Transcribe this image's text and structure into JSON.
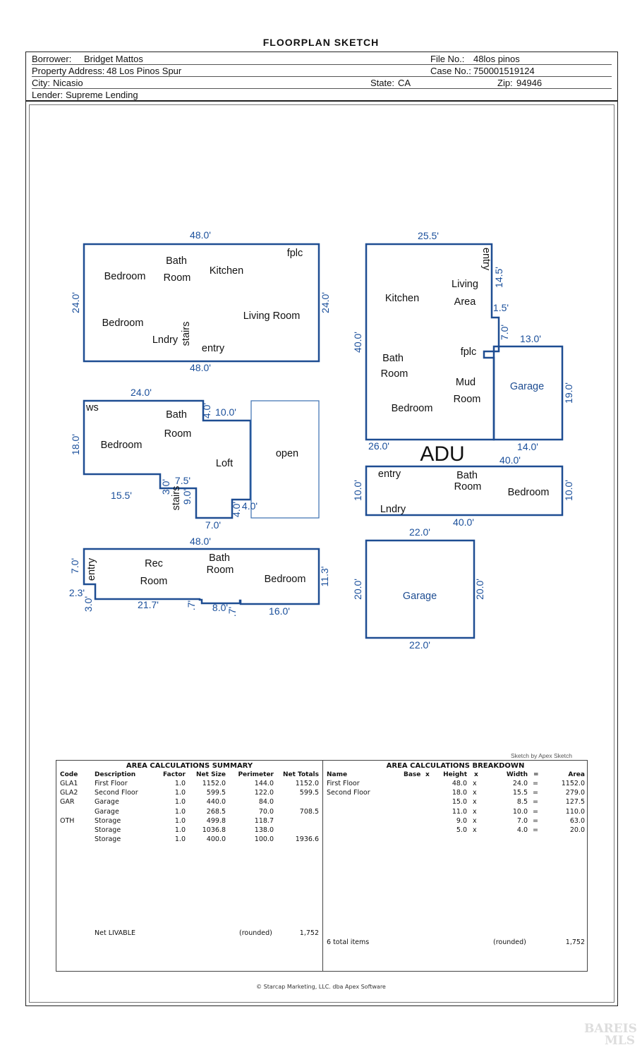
{
  "title": "FLOORPLAN SKETCH",
  "header": {
    "borrower_label": "Borrower:",
    "borrower": "Bridget Mattos",
    "file_label": "File No.:",
    "file": "48los pinos",
    "address_label": "Property Address:",
    "address": "48 Los Pinos Spur",
    "case_label": "Case No.:",
    "case": "750001519124",
    "city_label": "City:",
    "city": "Nicasio",
    "state_label": "State:",
    "state": "CA",
    "zip_label": "Zip:",
    "zip": "94946",
    "lender_label": "Lender:",
    "lender": "Supreme Lending"
  },
  "sketch": {
    "first_floor": {
      "dims": [
        "48.0'",
        "48.0'",
        "24.0'",
        "24.0'"
      ],
      "rooms": [
        "Bedroom",
        "Bath",
        "Room",
        "Kitchen",
        "fplc",
        "Bedroom",
        "Lndry",
        "stairs",
        "Living Room",
        "entry"
      ]
    },
    "second_floor": {
      "dims": [
        "24.0'",
        "4.0'",
        "10.0'",
        "18.0'",
        "15.5'",
        "3.0'",
        "7.5'",
        "9.0'",
        "7.0'",
        "4.0'",
        "4.0'"
      ],
      "rooms": [
        "ws",
        "Bath",
        "Room",
        "Bedroom",
        "Loft",
        "stairs",
        "open"
      ]
    },
    "lower": {
      "dims": [
        "48.0'",
        "7.0'",
        "2.3'",
        "3.0'",
        "21.7'",
        ".7'",
        "8.0'",
        ".7'",
        "16.0'",
        "11.3'"
      ],
      "rooms": [
        "entry",
        "Rec",
        "Room",
        "Bath",
        "Room",
        "Bedroom"
      ]
    },
    "adu": {
      "label": "ADU",
      "dims": [
        "25.5'",
        "14.5'",
        "1.5'",
        "7.0'",
        "13.0'",
        "40.0'",
        "19.0'",
        "26.0'",
        "14.0'"
      ],
      "rooms": [
        "entry",
        "Living",
        "Area",
        "Kitchen",
        "fplc",
        "Bath",
        "Room",
        "Mud",
        "Room",
        "Bedroom",
        "Garage"
      ]
    },
    "adu_lower": {
      "dims": [
        "40.0'",
        "10.0'",
        "10.0'",
        "40.0'"
      ],
      "rooms": [
        "entry",
        "Bath",
        "Room",
        "Bedroom",
        "Lndry"
      ]
    },
    "garage": {
      "dims": [
        "22.0'",
        "20.0'",
        "20.0'",
        "22.0'"
      ],
      "rooms": [
        "Garage"
      ]
    }
  },
  "apex_credit": "Sketch by Apex Sketch",
  "summary": {
    "title": "AREA CALCULATIONS SUMMARY",
    "headers": [
      "Code",
      "Description",
      "Factor",
      "Net Size",
      "Perimeter",
      "Net Totals"
    ],
    "rows": [
      [
        "GLA1",
        "First Floor",
        "1.0",
        "1152.0",
        "144.0",
        "1152.0"
      ],
      [
        "GLA2",
        "Second Floor",
        "1.0",
        "599.5",
        "122.0",
        "599.5"
      ],
      [
        "GAR",
        "Garage",
        "1.0",
        "440.0",
        "84.0",
        ""
      ],
      [
        "",
        "Garage",
        "1.0",
        "268.5",
        "70.0",
        "708.5"
      ],
      [
        "OTH",
        "Storage",
        "1.0",
        "499.8",
        "118.7",
        ""
      ],
      [
        "",
        "Storage",
        "1.0",
        "1036.8",
        "138.0",
        ""
      ],
      [
        "",
        "Storage",
        "1.0",
        "400.0",
        "100.0",
        "1936.6"
      ]
    ],
    "net_label": "Net LIVABLE",
    "rounded": "(rounded)",
    "net_value": "1,752"
  },
  "breakdown": {
    "title": "AREA CALCULATIONS BREAKDOWN",
    "headers": [
      "Name",
      "Base",
      "x",
      "Height",
      "x",
      "Width",
      "=",
      "Area"
    ],
    "rows": [
      [
        "First Floor",
        "48.0",
        "x",
        "24.0",
        "=",
        "1152.0"
      ],
      [
        "Second Floor",
        "18.0",
        "x",
        "15.5",
        "=",
        "279.0"
      ],
      [
        "",
        "15.0",
        "x",
        "8.5",
        "=",
        "127.5"
      ],
      [
        "",
        "11.0",
        "x",
        "10.0",
        "=",
        "110.0"
      ],
      [
        "",
        "9.0",
        "x",
        "7.0",
        "=",
        "63.0"
      ],
      [
        "",
        "5.0",
        "x",
        "4.0",
        "=",
        "20.0"
      ]
    ],
    "total_items": "6 total items",
    "rounded": "(rounded)",
    "total": "1,752"
  },
  "copyright": "© Starcap Marketing, LLC. dba Apex Software",
  "watermark": [
    "BAREIS",
    "MLS"
  ]
}
